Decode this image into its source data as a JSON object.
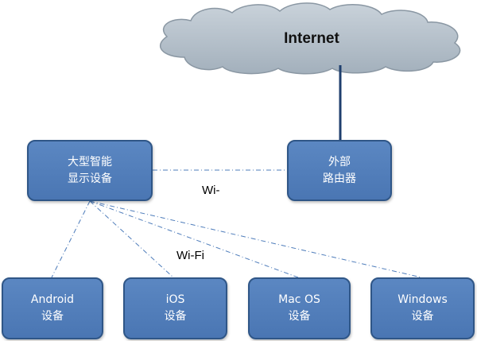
{
  "cloud": {
    "label": "Internet"
  },
  "nodes": {
    "display": {
      "line1": "大型智能",
      "line2": "显示设备"
    },
    "router": {
      "line1": "外部",
      "line2": "路由器"
    },
    "android": {
      "line1": "Android",
      "line2": "设备"
    },
    "ios": {
      "line1": "iOS",
      "line2": "设备"
    },
    "macos": {
      "line1": "Mac OS",
      "line2": "设备"
    },
    "windows": {
      "line1": "Windows",
      "line2": "设备"
    }
  },
  "links": {
    "display_router_label": "Wi-",
    "display_devices_label": "Wi-Fi"
  },
  "colors": {
    "node_fill": "#4f7dbb",
    "node_border": "#2f5687",
    "cloud_fill": "#b8c3cd",
    "uplink": "#1f3f6e",
    "wifi_line": "#4f7dbb"
  }
}
